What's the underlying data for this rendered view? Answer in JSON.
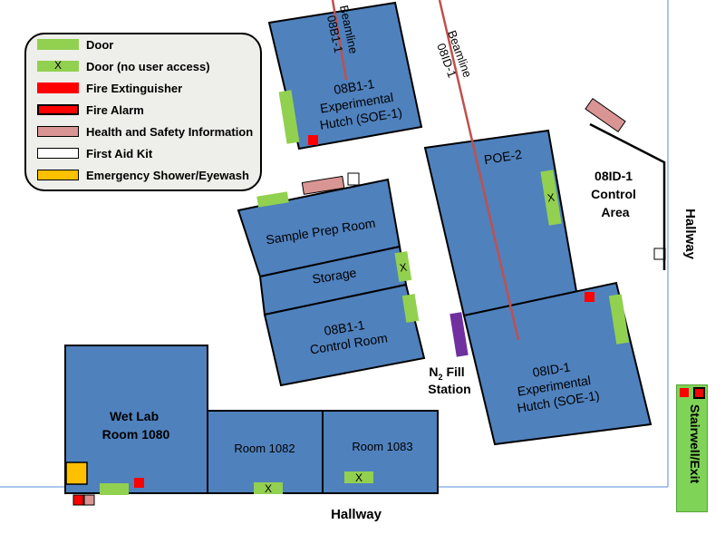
{
  "legend": {
    "items": [
      {
        "label": "Door",
        "icon": "door-icon",
        "color": "#92d050",
        "border": "#92d050",
        "mark": ""
      },
      {
        "label": "Door (no user access)",
        "icon": "door-no-access-icon",
        "color": "#92d050",
        "border": "#92d050",
        "mark": "X"
      },
      {
        "label": "Fire Extinguisher",
        "icon": "fire-extinguisher-icon",
        "color": "#ff0000",
        "border": "#ff0000",
        "mark": ""
      },
      {
        "label": "Fire Alarm",
        "icon": "fire-alarm-icon",
        "color": "#ff0000",
        "border": "#000000",
        "mark": ""
      },
      {
        "label": "Health and Safety Information",
        "icon": "health-safety-info-icon",
        "color": "#d99594",
        "border": "#000000",
        "mark": ""
      },
      {
        "label": "First Aid Kit",
        "icon": "first-aid-kit-icon",
        "color": "#ffffff",
        "border": "#000000",
        "mark": ""
      },
      {
        "label": "Emergency Shower/Eyewash",
        "icon": "emergency-shower-icon",
        "color": "#ffc000",
        "border": "#000000",
        "mark": ""
      }
    ]
  },
  "rooms": {
    "hutch_08b1": {
      "line1": "08B1-1",
      "line2": "Experimental",
      "line3": "Hutch (SOE-1)"
    },
    "poe2": {
      "line1": "POE-2"
    },
    "hutch_08id": {
      "line1": "08ID-1",
      "line2": "Experimental",
      "line3": "Hutch (SOE-1)"
    },
    "sample_prep": {
      "line1": "Sample Prep Room"
    },
    "storage": {
      "line1": "Storage"
    },
    "control_08b1": {
      "line1": "08B1-1",
      "line2": "Control Room"
    },
    "wet_lab": {
      "line1": "Wet Lab",
      "line2": "Room 1080"
    },
    "room_1082": {
      "line1": "Room  1082"
    },
    "room_1083": {
      "line1": "Room 1083"
    }
  },
  "beamlines": {
    "b08b1": {
      "line1": "Beamline",
      "line2": "08B1-1"
    },
    "b08id": {
      "line1": "Beamline",
      "line2": "08ID-1"
    }
  },
  "labels": {
    "control_area": {
      "line1": "08ID-1",
      "line2": "Control",
      "line3": "Area"
    },
    "hallway_right": "Hallway",
    "hallway_bottom": "Hallway",
    "n2_main": "N",
    "n2_sub": "2",
    "n2_rest": " Fill",
    "n2_line2": "Station",
    "stairwell": "Stairwell/Exit"
  },
  "colors": {
    "room": "#4f81bd",
    "door": "#92d050",
    "extinguisher": "#ff0000",
    "health_info": "#d99594",
    "shower": "#ffc000",
    "beamline": "#c0504d",
    "n2": "#7030a0",
    "wall": "#8eb4e3"
  }
}
